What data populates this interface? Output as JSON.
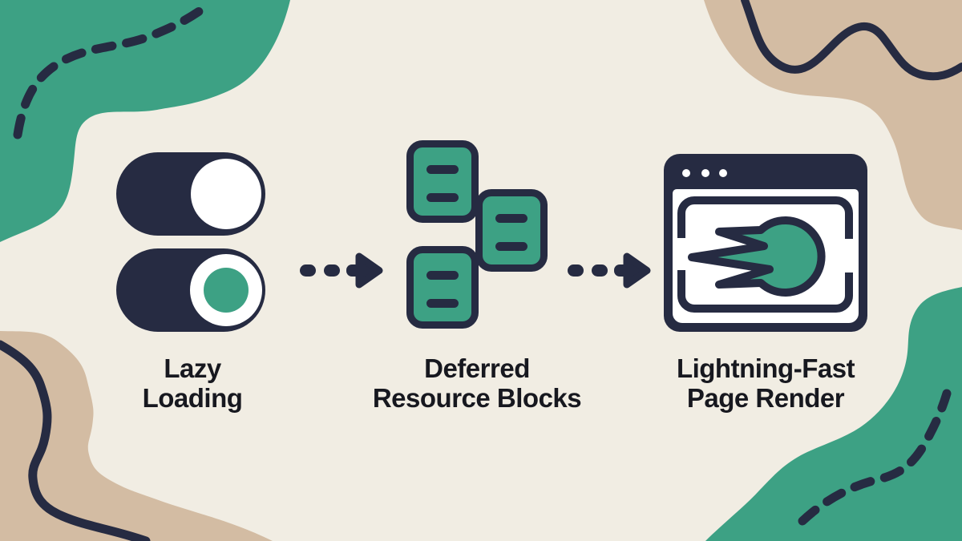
{
  "colors": {
    "background": "#f1ede3",
    "teal": "#3da184",
    "tan": "#d3bca3",
    "navy": "#262b42",
    "text": "#17181f",
    "white": "#ffffff"
  },
  "steps": [
    {
      "id": "lazy-loading",
      "icon": "toggle-switches-icon",
      "title_line1": "Lazy",
      "title_line2": "Loading"
    },
    {
      "id": "deferred-resource-blocks",
      "icon": "resource-blocks-icon",
      "title_line1": "Deferred",
      "title_line2": "Resource Blocks"
    },
    {
      "id": "lightning-fast-page-render",
      "icon": "browser-speed-comet-icon",
      "title_line1": "Lightning-Fast",
      "title_line2": "Page Render"
    }
  ],
  "connectors": [
    {
      "id": "connector-1",
      "icon": "dashed-arrow-icon"
    },
    {
      "id": "connector-2",
      "icon": "dashed-arrow-icon"
    }
  ],
  "decorations": [
    "teal-blob-top-left",
    "dashed-curve-top-left",
    "tan-blob-top-right",
    "wavy-line-top-right",
    "tan-blob-bottom-left",
    "wavy-line-bottom-left",
    "teal-blob-bottom-right",
    "dashed-curve-bottom-right"
  ]
}
